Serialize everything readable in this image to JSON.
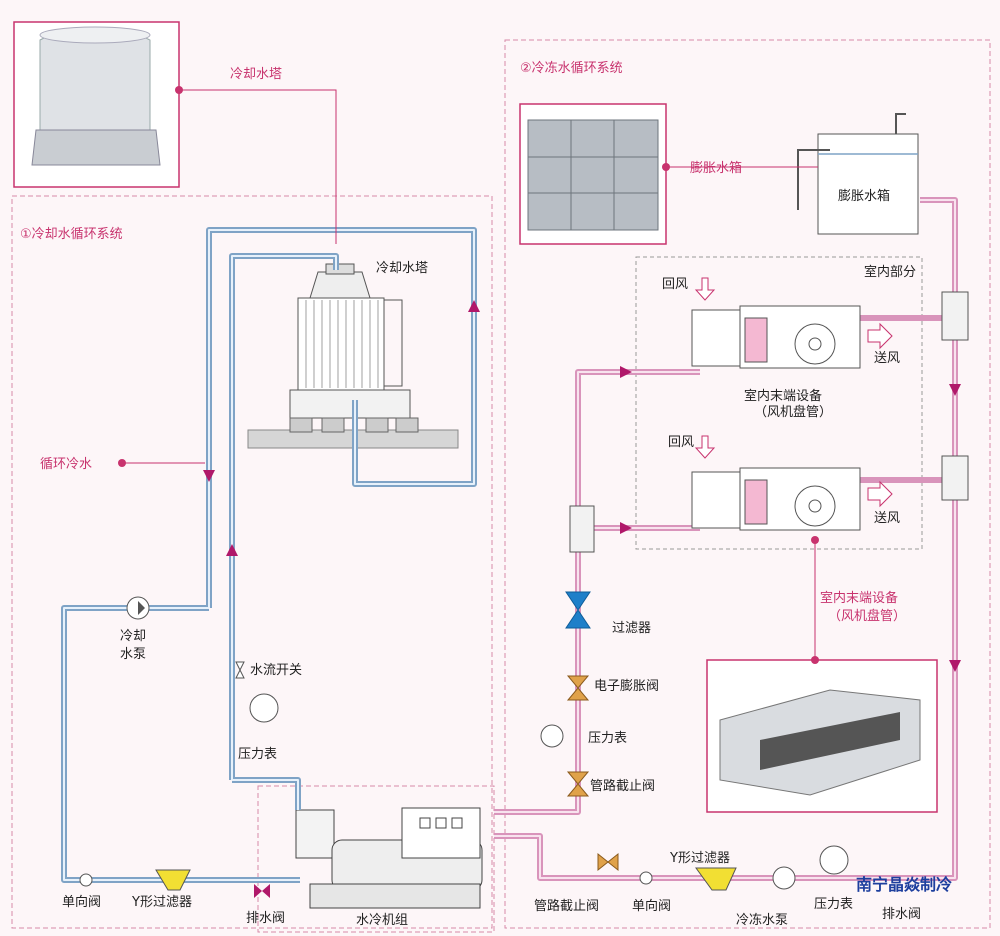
{
  "labels": {
    "cooling_tower_photo": "冷却水塔",
    "cooling_system": "①冷却水循环系统",
    "chilled_system": "②冷冻水循环系统",
    "cooling_tower": "冷却水塔",
    "circulating_water": "循环冷水",
    "cooling_pump_1": "冷却",
    "cooling_pump_2": "水泵",
    "flow_switch": "水流开关",
    "pressure_gauge": "压力表",
    "check_valve": "单向阀",
    "y_filter": "Y形过滤器",
    "drain_valve": "排水阀",
    "chiller_unit": "水冷机组",
    "expansion_tank_photo": "膨胀水箱",
    "expansion_tank": "膨胀水箱",
    "indoor_section": "室内部分",
    "return_air": "回风",
    "supply_air": "送风",
    "indoor_terminal": "室内末端设备",
    "fan_coil": "（风机盘管）",
    "filter": "过滤器",
    "expansion_valve": "电子膨胀阀",
    "shutoff_valve": "管路截止阀",
    "chilled_pump": "冷冻水泵",
    "watermark": "南宁晶焱制冷"
  },
  "colors": {
    "accent_pink": "#c8336e",
    "cooling_pipe": "#7fa3c6",
    "chilled_pipe": "#d994bb",
    "watermark": "#1d3f9e"
  }
}
